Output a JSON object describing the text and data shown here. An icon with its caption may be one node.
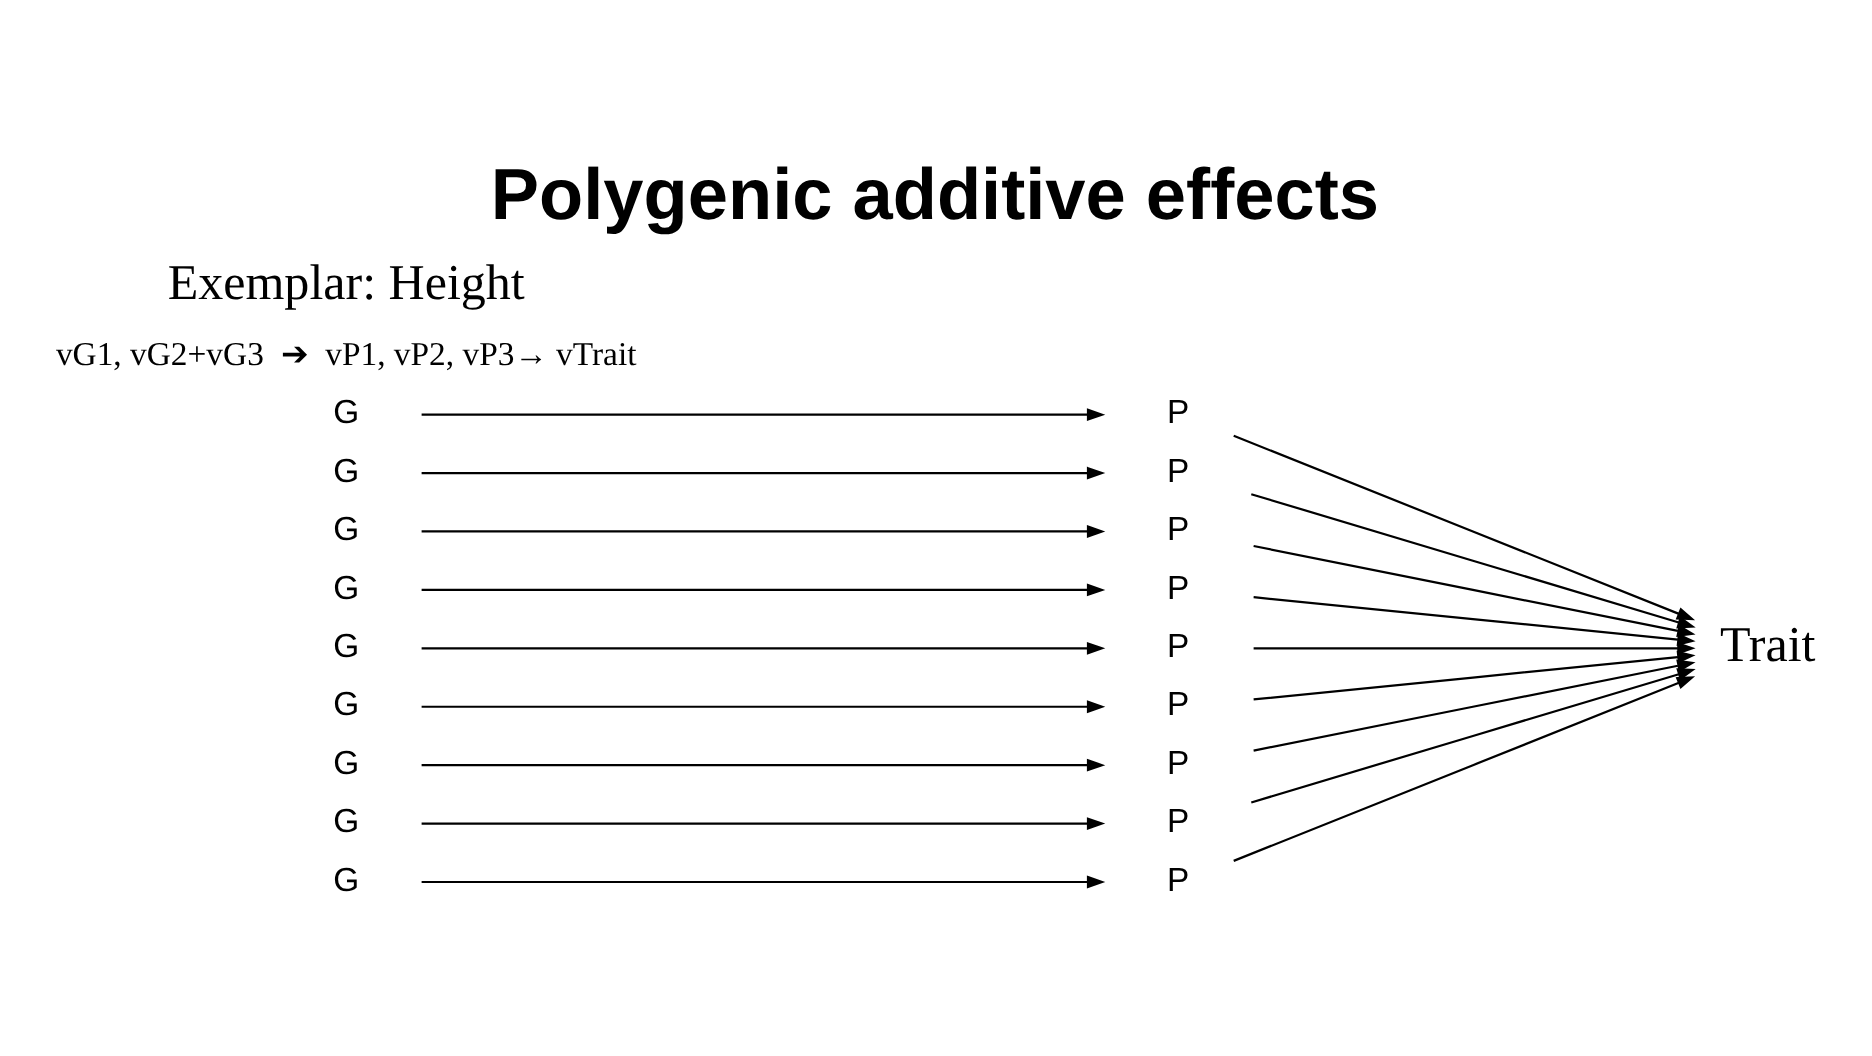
{
  "diagram": {
    "title": "Polygenic additive effects",
    "nodes": [
      {
        "text": [
          "G"
        ]
      },
      {
        "text": [
          "G"
        ]
      },
      {
        "text": [
          "G"
        ]
      },
      {
        "text": [
          "G"
        ]
      },
      {
        "text": [
          "G"
        ]
      },
      {
        "text": [
          "G"
        ]
      },
      {
        "text": [
          "G"
        ]
      },
      {
        "text": [
          "G"
        ]
      },
      {
        "text": [
          "G"
        ]
      },
      {
        "text": [
          "P"
        ]
      },
      {
        "text": [
          "P"
        ]
      },
      {
        "text": [
          "P"
        ]
      },
      {
        "text": [
          "P"
        ]
      },
      {
        "text": [
          "P"
        ]
      },
      {
        "text": [
          "P"
        ]
      },
      {
        "text": [
          "P"
        ]
      },
      {
        "text": [
          "P"
        ]
      },
      {
        "text": [
          "P"
        ]
      },
      {
        "text": [
          "Trait"
        ]
      }
    ],
    "edges": [
      {
        "from": 0,
        "to": 9,
        "arrow": "to"
      },
      {
        "from": 1,
        "to": 10,
        "arrow": "to"
      },
      {
        "from": 2,
        "to": 11,
        "arrow": "to"
      },
      {
        "from": 3,
        "to": 12,
        "arrow": "to"
      },
      {
        "from": 4,
        "to": 13,
        "arrow": "to"
      },
      {
        "from": 5,
        "to": 14,
        "arrow": "to"
      },
      {
        "from": 6,
        "to": 15,
        "arrow": "to"
      },
      {
        "from": 7,
        "to": 16,
        "arrow": "to"
      },
      {
        "from": 8,
        "to": 17,
        "arrow": "to"
      },
      {
        "from": 9,
        "to": 18,
        "arrow": "to"
      },
      {
        "from": 10,
        "to": 18,
        "arrow": "to"
      },
      {
        "from": 11,
        "to": 18,
        "arrow": "to"
      },
      {
        "from": 12,
        "to": 18,
        "arrow": "to"
      },
      {
        "from": 13,
        "to": 18,
        "arrow": "to"
      },
      {
        "from": 14,
        "to": 18,
        "arrow": "to"
      },
      {
        "from": 15,
        "to": 18,
        "arrow": "to"
      },
      {
        "from": 16,
        "to": 18,
        "arrow": "to"
      },
      {
        "from": 17,
        "to": 18,
        "arrow": "to"
      }
    ],
    "labels": [
      "vG1, vG2+vG3  ➔  vP1, vP2, vP3→ vTrait",
      "Exemplar: Height"
    ]
  }
}
